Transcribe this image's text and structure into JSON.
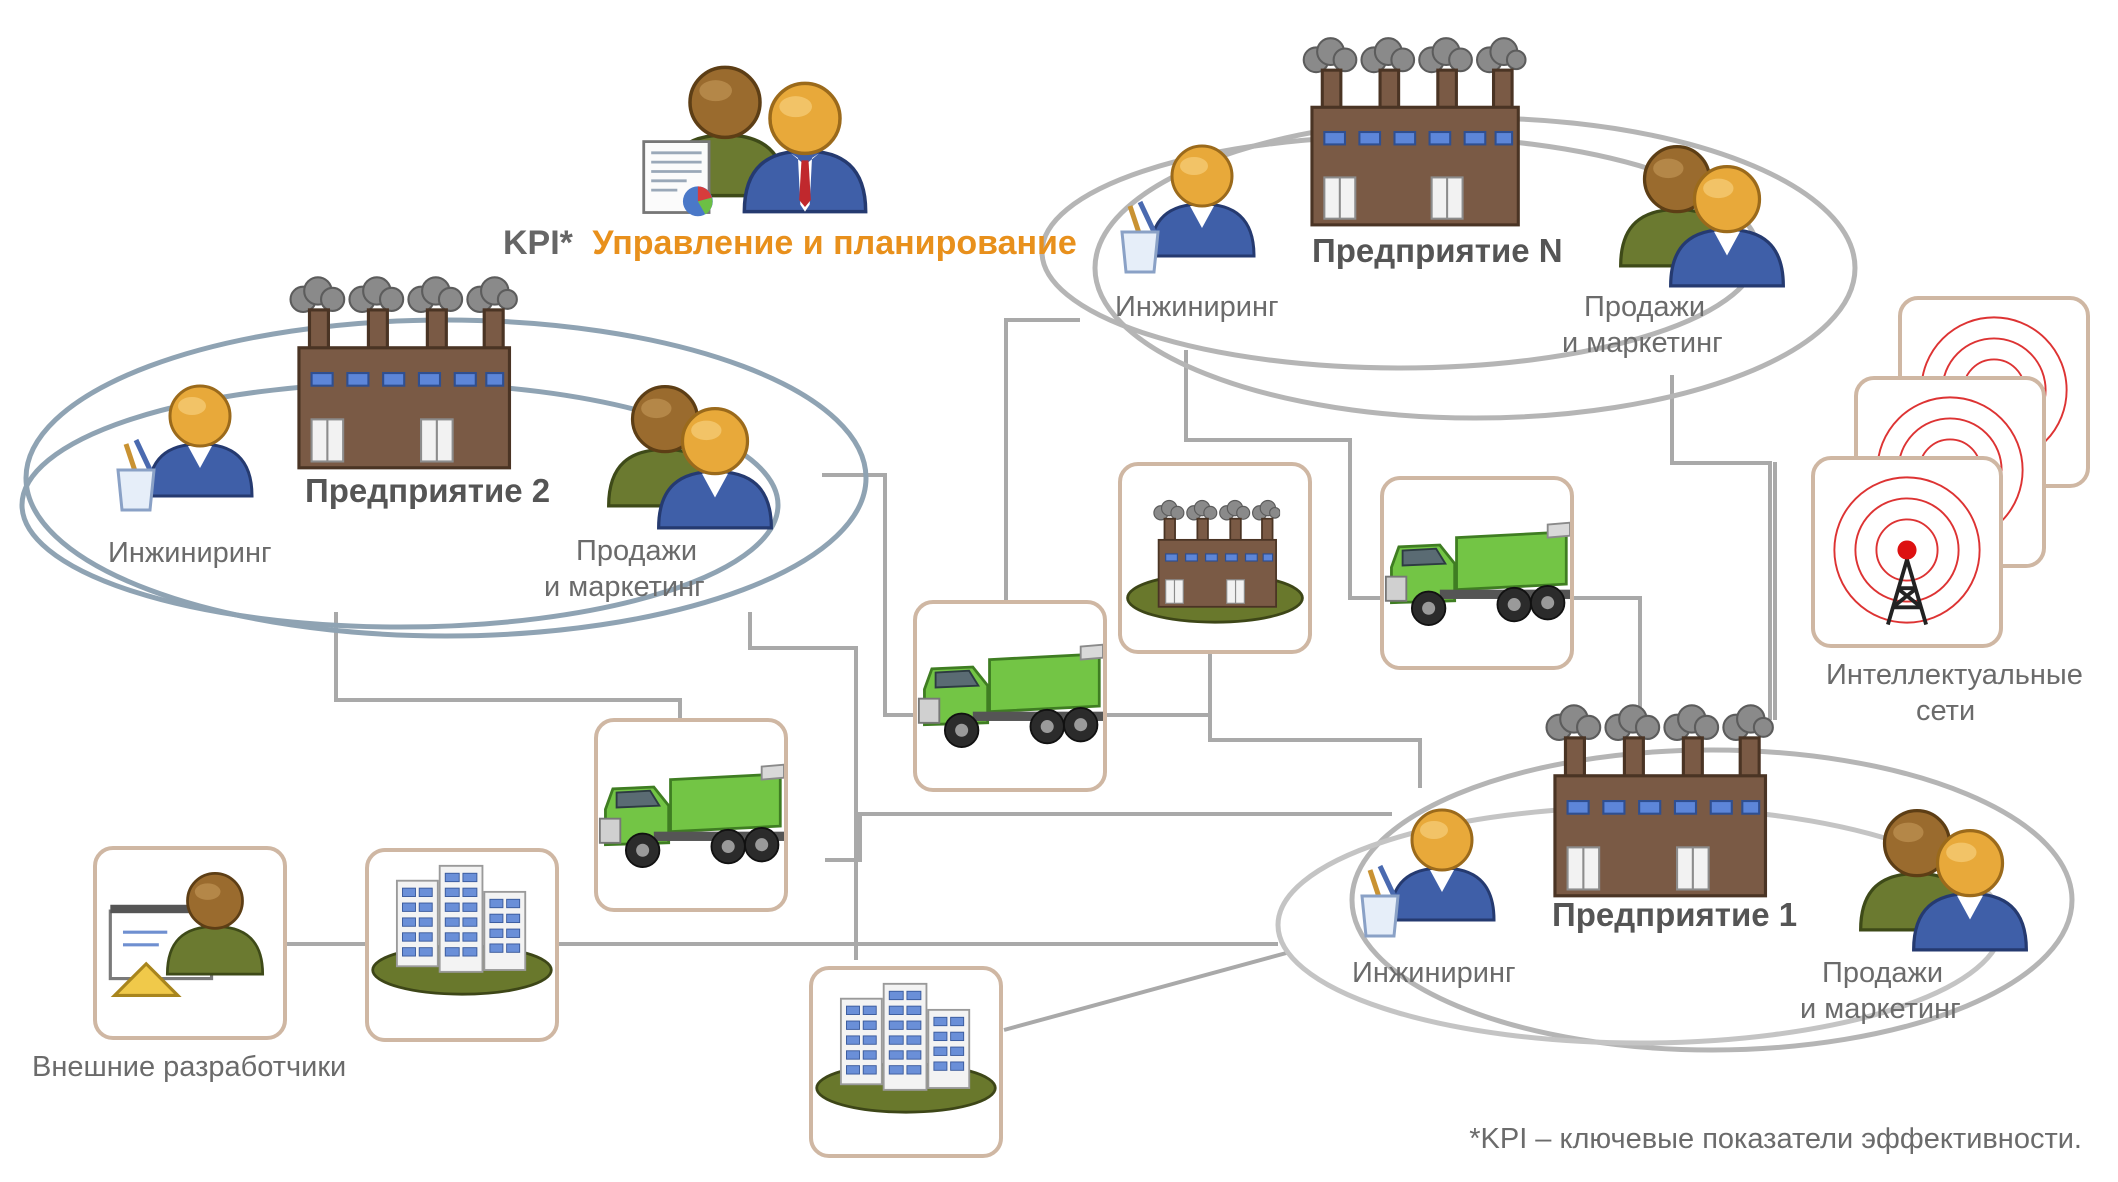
{
  "header": {
    "kpi_prefix": "KPI*",
    "kpi_title": "Управление и планирование"
  },
  "colors": {
    "kpi_accent": "#e8901c",
    "kpi_prefix": "#666666",
    "connector": "#a9a9a9",
    "tile_border": "#cfb7a3",
    "factory_brick": "#7a5a45",
    "truck_green": "#6cc24a",
    "ellipse_enterprise2": "#8fa3b3",
    "ellipse_other": "#b5b5b5"
  },
  "enterprises": [
    {
      "name": "Предприятие 2",
      "engineering": "Инжиниринг",
      "sales_line1": "Продажи",
      "sales_line2": "и маркетинг"
    },
    {
      "name": "Предприятие N",
      "engineering": "Инжиниринг",
      "sales_line1": "Продажи",
      "sales_line2": "и маркетинг"
    },
    {
      "name": "Предприятие 1",
      "engineering": "Инжиниринг",
      "sales_line1": "Продажи",
      "sales_line2": "и маркетинг"
    }
  ],
  "external": {
    "label": "Внешние разработчики"
  },
  "smart_grids": {
    "line1": "Интеллектуальные",
    "line2": "сети"
  },
  "footnote": "*KPI – ключевые показатели эффективности.",
  "icons": {
    "manager": "managers-with-report-icon",
    "factory": "factory-icon",
    "engineer": "engineer-icon",
    "sales": "sales-team-icon",
    "truck": "dump-truck-icon",
    "buildings": "office-buildings-icon",
    "developer": "developer-at-board-icon",
    "radio_tower": "radio-tower-icon"
  }
}
